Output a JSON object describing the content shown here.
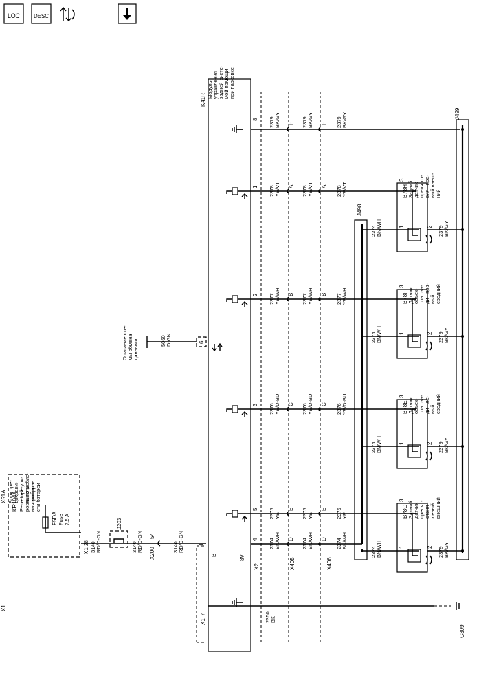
{
  "toolbar": {
    "loc_label": "LOC",
    "desc_label": "DESC",
    "connector_label": "↑↓",
    "nav_label": "↓"
  },
  "diagram": {
    "module": {
      "id": "K41R",
      "name_lines": [
        "Модуль",
        "управления",
        "задней систе-",
        "мой помощи",
        "при парковке"
      ],
      "bplus": "B+",
      "pin_8v": "8V"
    },
    "fuse_block": {
      "id": "X51A",
      "lines": [
        "Блок пре-",
        "дохрани-",
        "телей -",
        "панель",
        "приборов"
      ],
      "relay_id": "KR104A",
      "relay_lines": [
        "Реле 1 регули-",
        "ровки потребле-",
        "ния мощно-",
        "сти батареи"
      ],
      "fuse_id": "F5DA",
      "fuse_type": "Fuse",
      "fuse_rating": "7.5 A"
    },
    "data_link": {
      "lines": [
        "Описание схе-",
        "мы обмена",
        "данными"
      ],
      "circuit": "5060",
      "color": "D-GN",
      "pin": "6"
    },
    "connectors": {
      "x1": "X1",
      "x2": "X2",
      "x200": "X200",
      "x405": "X405",
      "x406": "X406",
      "j203": "J203",
      "j498": "J498",
      "j499": "J499",
      "g309": "G309"
    },
    "power": {
      "pin_x1_fuse": "28",
      "circuit": "3140",
      "color": "RD/D-GN",
      "pin_x200": "54",
      "pin_x1_module": "1"
    },
    "ground": {
      "pin": "7",
      "circuit": "2350",
      "color": "BK"
    },
    "wires": {
      "w2379": {
        "pin": "8",
        "inline": "F",
        "circuit": "2379",
        "color": "BK/GY"
      },
      "w2378": {
        "pin": "1",
        "inline": "A",
        "circuit": "2378",
        "color": "YE/VT"
      },
      "w2377": {
        "pin": "2",
        "inline": "B",
        "circuit": "2377",
        "color": "YE/WH"
      },
      "w2376": {
        "pin": "3",
        "inline": "C",
        "circuit": "2376",
        "color": "YE/D-BU"
      },
      "w2375": {
        "pin": "5",
        "inline": "E",
        "circuit": "2375",
        "color": "YE"
      },
      "w2374": {
        "pin": "4",
        "inline": "D",
        "circuit": "2374",
        "color": "BN/WH"
      }
    },
    "sensors": {
      "s1": {
        "id": "B78H",
        "lines": [
          "Задний",
          "датчик",
          "препятст-",
          "вия - пра-",
          "вый внеш-",
          "ний"
        ],
        "pin1": "1",
        "pin2": "2",
        "pin3": "3",
        "c1": "2374",
        "k1": "BN/WH",
        "c2": "2379",
        "k2": "BK/GY"
      },
      "s2": {
        "id": "B78F",
        "lines": [
          "Датчик",
          "объек-",
          "тов сза-",
          "ди - пра-",
          "вый",
          "средний"
        ],
        "pin1": "1",
        "pin2": "2",
        "pin3": "3",
        "c1": "2374",
        "k1": "BN/WH",
        "c2": "2379",
        "k2": "BK/GY"
      },
      "s3": {
        "id": "B78E",
        "lines": [
          "Датчик",
          "объек-",
          "тов сза-",
          "ди - ле-",
          "вый",
          "средний"
        ],
        "pin1": "1",
        "pin2": "2",
        "pin3": "3",
        "c1": "2374",
        "k1": "BN/WH",
        "c2": "2379",
        "k2": "BK/GY"
      },
      "s4": {
        "id": "B78G",
        "lines": [
          "Задний",
          "датчик",
          "препят-",
          "ствия -",
          "левый",
          "внешний"
        ],
        "pin1": "1",
        "pin2": "2",
        "pin3": "3",
        "c1": "2374",
        "k1": "BN/WH",
        "c2": "2379",
        "k2": "BK/GY"
      }
    }
  }
}
